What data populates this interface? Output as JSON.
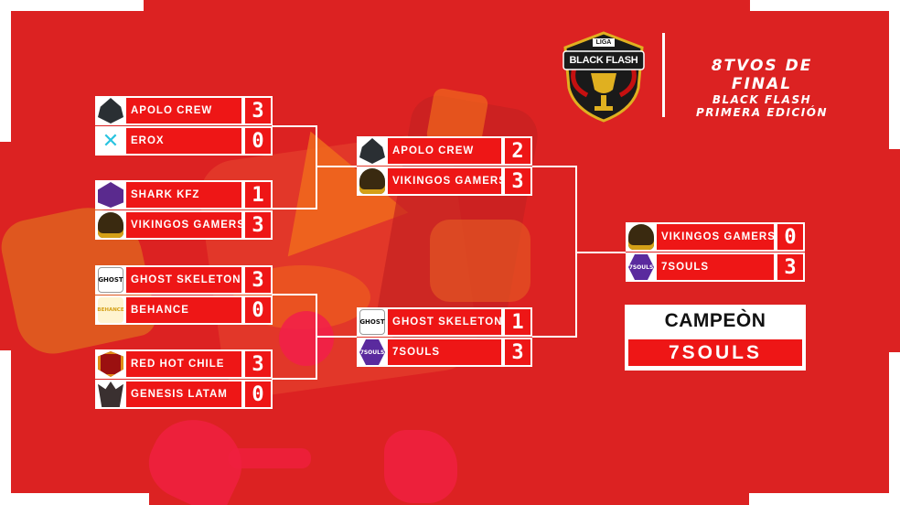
{
  "header": {
    "logo": {
      "top_text": "LIGA",
      "main_text": "BLACK FLASH",
      "icon": "trophy-shield-icon"
    },
    "title": "8TVOS DE FINAL",
    "subtitle_1": "BLACK FLASH",
    "subtitle_2": "PRIMERA EDICIÓN"
  },
  "colors": {
    "background": "#dc2222",
    "box_fill": "#ee1616",
    "border": "#ffffff",
    "champion_label": "#111111"
  },
  "round_1": [
    {
      "teams": [
        {
          "name": "APOLO CREW",
          "score": "3",
          "icon": "apolo-crew-logo"
        },
        {
          "name": "EROX",
          "score": "0",
          "icon": "erox-logo"
        }
      ]
    },
    {
      "teams": [
        {
          "name": "SHARK KFZ",
          "score": "1",
          "icon": "shark-kfz-logo"
        },
        {
          "name": "VIKINGOS GAMERS",
          "score": "3",
          "icon": "vikingos-gamers-logo"
        }
      ]
    },
    {
      "teams": [
        {
          "name": "GHOST SKELETON",
          "score": "3",
          "icon": "ghost-skeleton-logo"
        },
        {
          "name": "BEHANCE",
          "score": "0",
          "icon": "behance-logo"
        }
      ]
    },
    {
      "teams": [
        {
          "name": "RED HOT CHILE",
          "score": "3",
          "icon": "red-hot-chile-logo"
        },
        {
          "name": "GENESIS LATAM",
          "score": "0",
          "icon": "genesis-latam-logo"
        }
      ]
    }
  ],
  "round_2": [
    {
      "teams": [
        {
          "name": "APOLO CREW",
          "score": "2",
          "icon": "apolo-crew-logo"
        },
        {
          "name": "VIKINGOS GAMERS",
          "score": "3",
          "icon": "vikingos-gamers-logo"
        }
      ]
    },
    {
      "teams": [
        {
          "name": "GHOST SKELETON",
          "score": "1",
          "icon": "ghost-skeleton-logo"
        },
        {
          "name": "7SOULS",
          "score": "3",
          "icon": "7souls-logo"
        }
      ]
    }
  ],
  "final": {
    "teams": [
      {
        "name": "VIKINGOS GAMERS",
        "score": "0",
        "icon": "vikingos-gamers-logo"
      },
      {
        "name": "7SOULS",
        "score": "3",
        "icon": "7souls-logo"
      }
    ]
  },
  "champion": {
    "label": "CAMPEÒN",
    "name": "7SOULS"
  },
  "icon_glyphs": {
    "erox": "✕",
    "ghost": "GHOST",
    "behance": "BEHANCE",
    "7souls": "7SOULS"
  }
}
